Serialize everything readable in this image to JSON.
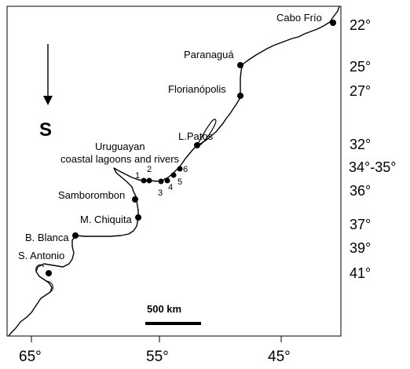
{
  "north_arrow": {
    "label": "S"
  },
  "scale_bar": {
    "label": "500 km"
  },
  "sites": [
    {
      "id": "cabo-frio",
      "label": "Cabo Frío"
    },
    {
      "id": "paranagua",
      "label": "Paranaguá"
    },
    {
      "id": "florianopolis",
      "label": "Florianópolis"
    },
    {
      "id": "lpatos",
      "label": "L.Patos"
    },
    {
      "id": "uruguayan",
      "label_line1": "Uruguayan",
      "label_line2": "coastal lagoons and rivers"
    },
    {
      "id": "samborombon",
      "label": "Samborombon"
    },
    {
      "id": "mchiquita",
      "label": "M. Chiquita"
    },
    {
      "id": "bblanca",
      "label": "B. Blanca"
    },
    {
      "id": "santonio",
      "label": "S. Antonio"
    }
  ],
  "uruguay_sites": [
    "1",
    "2",
    "3",
    "4",
    "5",
    "6"
  ],
  "latitude_labels": [
    "22°",
    "25°",
    "27°",
    "32°",
    "34°-35°",
    "36°",
    "37°",
    "39°",
    "41°"
  ],
  "longitude_labels": [
    "65°",
    "55°",
    "45°"
  ]
}
